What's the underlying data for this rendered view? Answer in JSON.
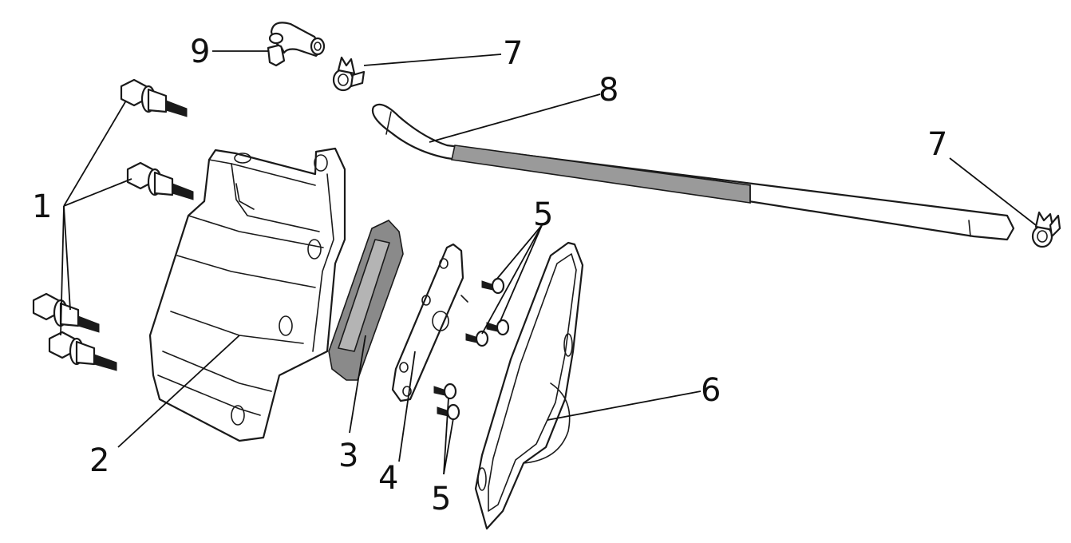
{
  "diagram": {
    "callouts": [
      {
        "id": "1",
        "label": "1"
      },
      {
        "id": "2",
        "label": "2"
      },
      {
        "id": "3",
        "label": "3"
      },
      {
        "id": "4",
        "label": "4"
      },
      {
        "id": "5a",
        "label": "5"
      },
      {
        "id": "5b",
        "label": "5"
      },
      {
        "id": "6",
        "label": "6"
      },
      {
        "id": "7a",
        "label": "7"
      },
      {
        "id": "7b",
        "label": "7"
      },
      {
        "id": "8",
        "label": "8"
      },
      {
        "id": "9",
        "label": "9"
      }
    ]
  }
}
